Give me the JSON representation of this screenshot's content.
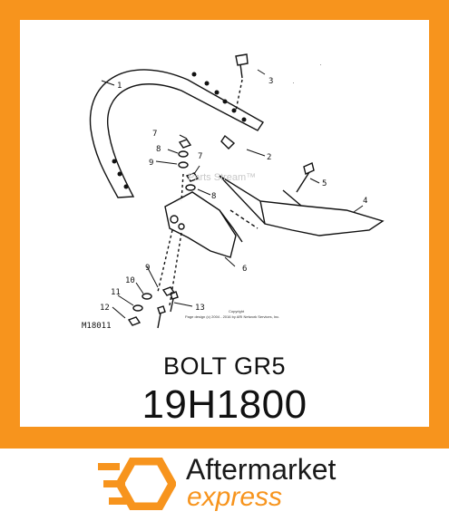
{
  "diagram": {
    "callouts": [
      "1",
      "2",
      "3",
      "4",
      "5",
      "6",
      "7",
      "8",
      "9",
      "7",
      "8",
      "9",
      "10",
      "11",
      "12",
      "13"
    ],
    "figure_id": "M18011",
    "watermark": "Parts Stream™",
    "copyright_line1": "Copyright",
    "copyright_line2": "Page design (c) 2004 - 2016 by ARI Network Services, Inc."
  },
  "product": {
    "name": "BOLT GR5",
    "part_number": "19H1800"
  },
  "brand": {
    "line1": "Aftermarket",
    "line2": "express",
    "accent_color": "#f7941d",
    "icon": "hexagon-speed-icon"
  }
}
